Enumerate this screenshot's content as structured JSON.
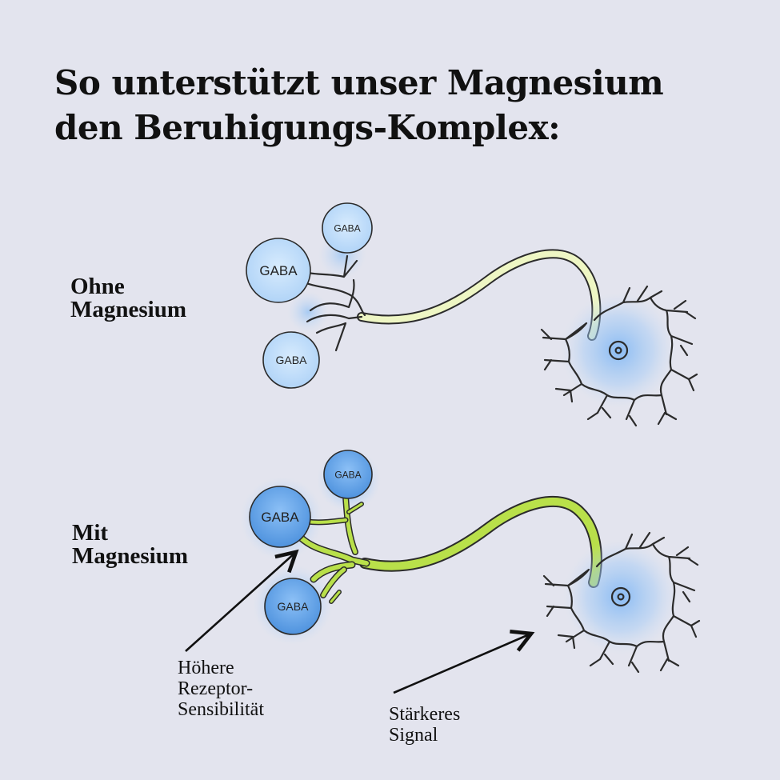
{
  "title": {
    "line1": "So unterstützt unser Magnesium",
    "line2": "den Beruhigungs-Komplex:"
  },
  "rows": {
    "without": {
      "line1": "Ohne",
      "line2": "Magnesium"
    },
    "with": {
      "line1": "Mit",
      "line2": "Magnesium"
    }
  },
  "gaba_label": "GABA",
  "annotations": {
    "receptor": {
      "line1": "Höhere",
      "line2": "Rezeptor-",
      "line3": "Sensibilität"
    },
    "signal": {
      "line1": "Stärkeres",
      "line2": "Signal"
    }
  },
  "colors": {
    "background": "#e3e4ee",
    "gaba_light": "#c8e2fb",
    "gaba_dark": "#5d9fe6",
    "axon_weak": "#eef6c4",
    "axon_strong": "#b9e04a",
    "glow": "#8fc0f5",
    "outline": "#2b2b2b"
  }
}
